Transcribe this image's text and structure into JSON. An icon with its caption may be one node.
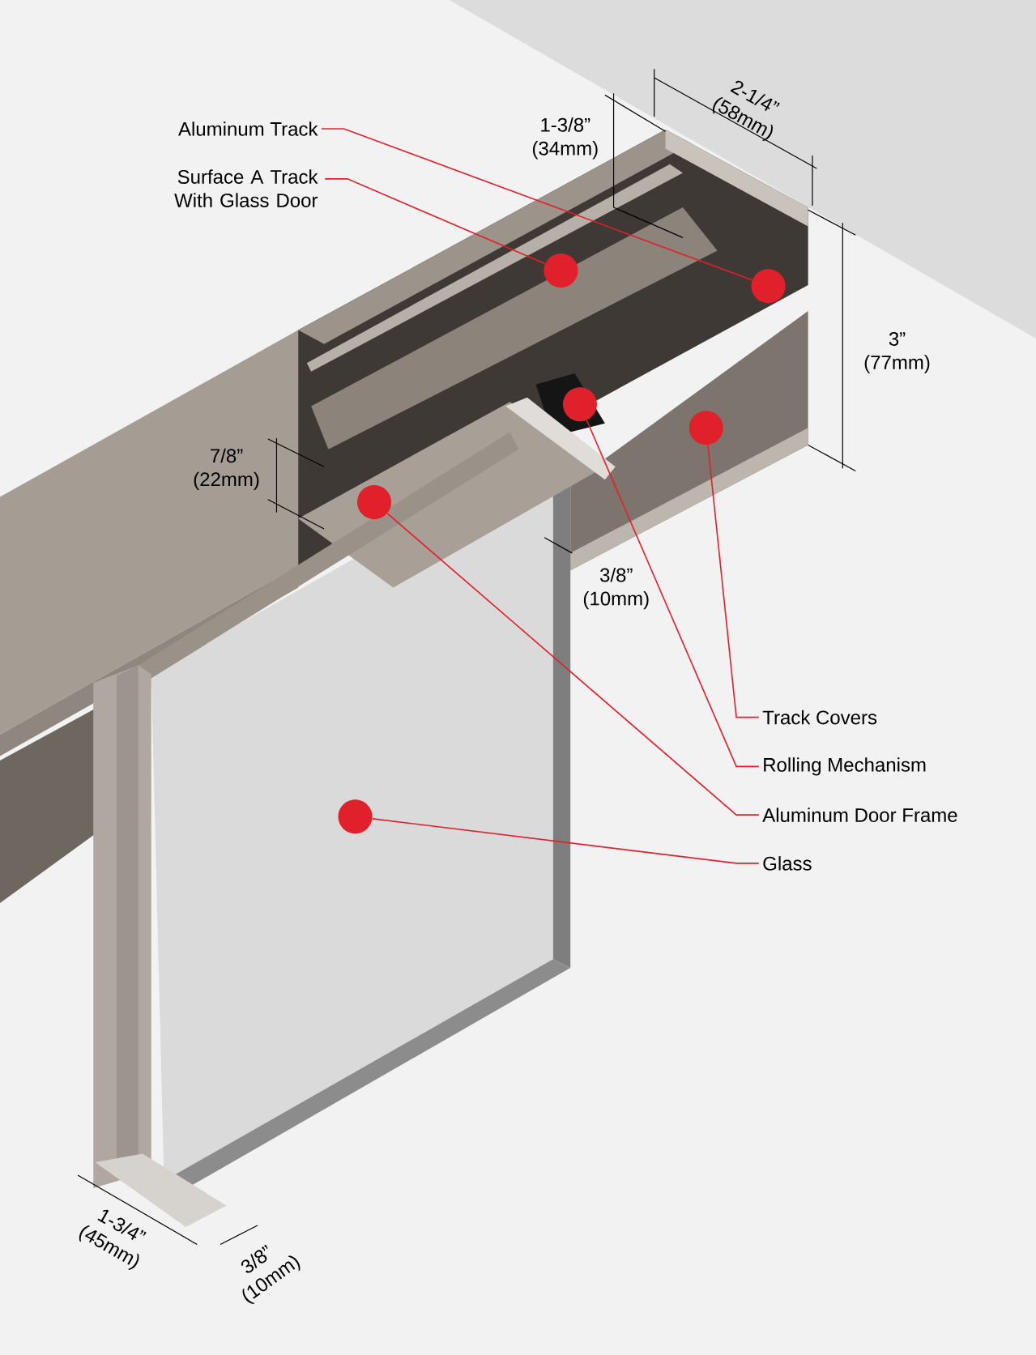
{
  "diagram": {
    "nodes": [
      {
        "text": [
          "Aluminum Track"
        ]
      },
      {
        "text": [
          "Surface A Track With Glass Door"
        ]
      },
      {
        "text": [
          "Track Covers"
        ]
      },
      {
        "text": [
          "Rolling Mechanism"
        ]
      },
      {
        "text": [
          "Aluminum Door Frame"
        ]
      },
      {
        "text": [
          "Glass"
        ]
      },
      {
        "text": [],
        "shape": "circle"
      },
      {
        "text": [],
        "shape": "circle"
      },
      {
        "text": [],
        "shape": "circle"
      },
      {
        "text": [],
        "shape": "circle"
      },
      {
        "text": [],
        "shape": "circle"
      },
      {
        "text": [],
        "shape": "circle"
      }
    ],
    "edges": [
      {
        "from": 0,
        "to": 6,
        "arrow": "none"
      },
      {
        "from": 1,
        "to": 7,
        "arrow": "none"
      },
      {
        "from": 2,
        "to": 8,
        "arrow": "none"
      },
      {
        "from": 3,
        "to": 9,
        "arrow": "none"
      },
      {
        "from": 4,
        "to": 10,
        "arrow": "none"
      },
      {
        "from": 5,
        "to": 11,
        "arrow": "none"
      }
    ],
    "labels": [
      "1-3/8” (34mm)",
      "2-1/4” (58mm)",
      "3” (77mm)",
      "7/8” (22mm)",
      "3/8” (10mm)",
      "1-3/4” (45mm)",
      "3/8” (10mm)"
    ]
  }
}
